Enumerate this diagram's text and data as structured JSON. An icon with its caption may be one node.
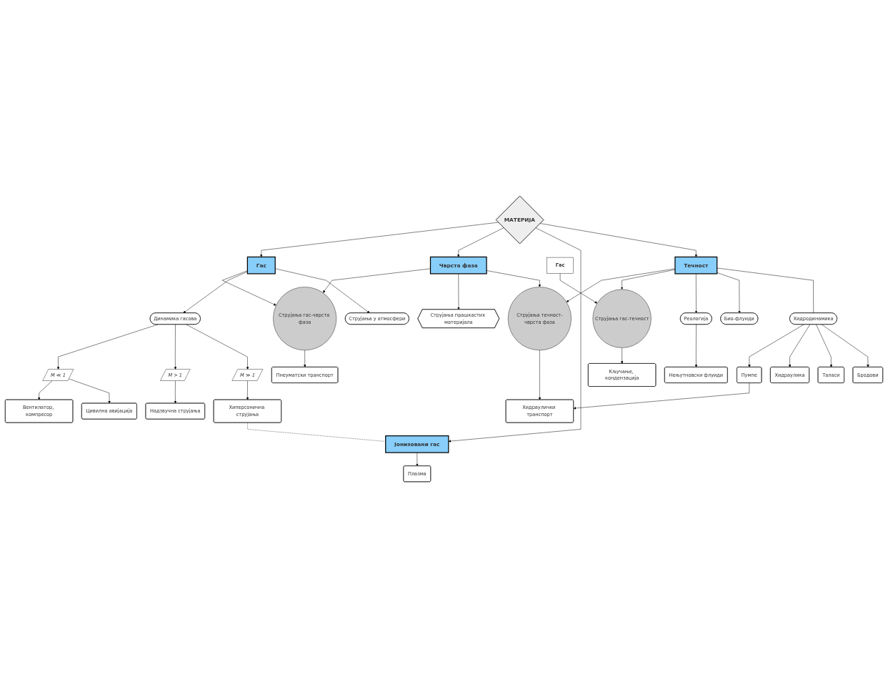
{
  "diagram": {
    "nodes": [
      {
        "text": [
          "Пнеуматски транспорт"
        ]
      },
      {
        "text": [
          "Струјања гас-чврста фаза"
        ]
      },
      {
        "text": [
          "Гас"
        ]
      },
      {
        "text": [
          "Динамика гасова"
        ]
      },
      {
        "text": [
          "Струјања у атмосфери"
        ]
      },
      {
        "text": [
          "M ≪ 1"
        ]
      },
      {
        "text": [
          "M > 1"
        ]
      },
      {
        "text": [
          "M ≫ 1"
        ]
      },
      {
        "text": [
          "Вентилатор, компресор"
        ]
      },
      {
        "text": [
          "Цивилна авијација"
        ]
      },
      {
        "text": [
          "Надзвучна струјања"
        ]
      },
      {
        "text": [
          "Хиперсонична струјања"
        ]
      },
      {
        "text": [
          "Чврста фаза"
        ]
      },
      {
        "text": [
          "МАТЕРИЈА"
        ]
      },
      {
        "text": [
          "Јонизовани гас"
        ]
      },
      {
        "text": [
          "Плазма"
        ]
      },
      {
        "text": [
          "Гас"
        ]
      },
      {
        "text": [
          "Струјања гас-течност"
        ]
      },
      {
        "text": [
          "Кључање, кондензација"
        ]
      },
      {
        "text": [
          "Струјања прашкастих материјала"
        ]
      },
      {
        "text": [
          "Струјања течност-чврста фаза"
        ]
      },
      {
        "text": [
          "Течност"
        ]
      },
      {
        "text": [
          "Реологија"
        ]
      },
      {
        "text": [
          "Нењутновски флуиди"
        ]
      },
      {
        "text": [
          "Био-флуиди"
        ]
      },
      {
        "text": [
          "Хидродинамика"
        ]
      },
      {
        "text": [
          "Хидраулички транспорт"
        ]
      },
      {
        "text": [
          "Пумпе"
        ]
      },
      {
        "text": [
          "Хидраулика"
        ]
      },
      {
        "text": [
          "Таласи"
        ]
      },
      {
        "text": [
          "Бродови"
        ]
      }
    ],
    "edges": [
      {
        "from": 13,
        "to": 2,
        "arrow": "to"
      },
      {
        "from": 13,
        "to": 12,
        "arrow": "to"
      },
      {
        "from": 13,
        "to": 14,
        "arrow": "to"
      },
      {
        "from": 13,
        "to": 21,
        "arrow": "to"
      },
      {
        "from": 12,
        "to": 1,
        "arrow": "to"
      },
      {
        "from": 1,
        "to": 0,
        "arrow": "to"
      },
      {
        "from": 2,
        "to": 1,
        "arrow": "to"
      },
      {
        "from": 2,
        "to": 3,
        "arrow": "to"
      },
      {
        "from": 2,
        "to": 4,
        "arrow": "to"
      },
      {
        "from": 3,
        "to": 5,
        "arrow": "to"
      },
      {
        "from": 3,
        "to": 6,
        "arrow": "to"
      },
      {
        "from": 3,
        "to": 7,
        "arrow": "to"
      },
      {
        "from": 5,
        "to": 8,
        "arrow": "to"
      },
      {
        "from": 5,
        "to": 9,
        "arrow": "to"
      },
      {
        "from": 6,
        "to": 10,
        "arrow": "to"
      },
      {
        "from": 7,
        "to": 11,
        "arrow": "to"
      },
      {
        "from": 11,
        "to": 14,
        "arrow": "none",
        "style": "dashed"
      },
      {
        "from": 14,
        "to": 15,
        "arrow": "to"
      },
      {
        "from": 12,
        "to": 19,
        "arrow": "to"
      },
      {
        "from": 12,
        "to": 20,
        "arrow": "to"
      },
      {
        "from": 21,
        "to": 20,
        "arrow": "to"
      },
      {
        "from": 16,
        "to": 17,
        "arrow": "to"
      },
      {
        "from": 21,
        "to": 17,
        "arrow": "to"
      },
      {
        "from": 17,
        "to": 18,
        "arrow": "to"
      },
      {
        "from": 21,
        "to": 22,
        "arrow": "to"
      },
      {
        "from": 22,
        "to": 23,
        "arrow": "to"
      },
      {
        "from": 21,
        "to": 24,
        "arrow": "to"
      },
      {
        "from": 21,
        "to": 25,
        "arrow": "none"
      },
      {
        "from": 25,
        "to": 27,
        "arrow": "to"
      },
      {
        "from": 25,
        "to": 28,
        "arrow": "to"
      },
      {
        "from": 25,
        "to": 29,
        "arrow": "to"
      },
      {
        "from": 25,
        "to": 30,
        "arrow": "to"
      },
      {
        "from": 27,
        "to": 26,
        "arrow": "to"
      },
      {
        "from": 20,
        "to": 26,
        "arrow": "to"
      }
    ]
  }
}
